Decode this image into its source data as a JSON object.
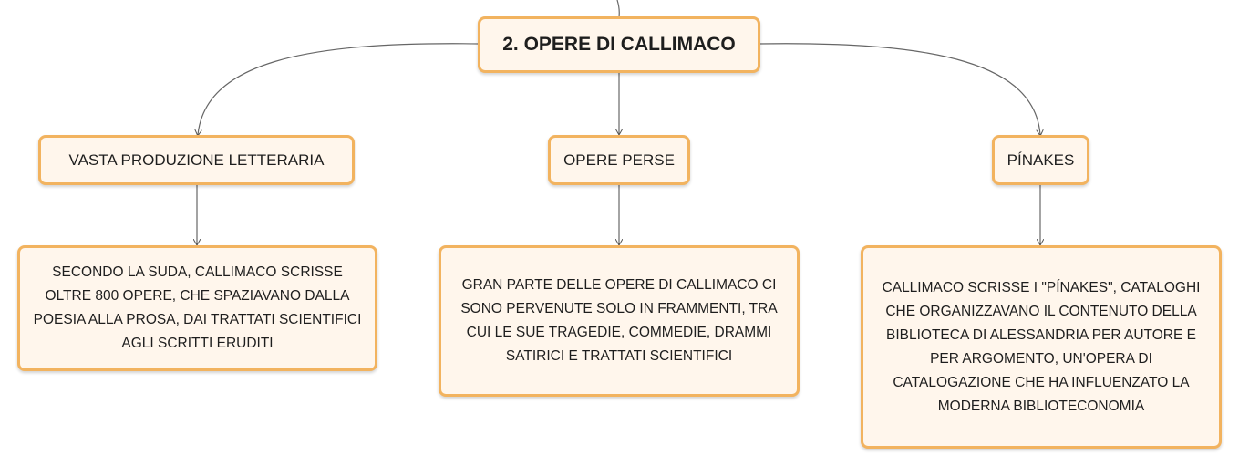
{
  "root": {
    "label": "2. OPERE DI CALLIMACO"
  },
  "branches": [
    {
      "label": "VASTA PRODUZIONE LETTERARIA",
      "detail": "SECONDO LA SUDA, CALLIMACO SCRISSE OLTRE 800 OPERE, CHE SPAZIAVANO DALLA POESIA ALLA PROSA, DAI TRATTATI SCIENTIFICI AGLI SCRITTI ERUDITI"
    },
    {
      "label": "OPERE PERSE",
      "detail": "GRAN PARTE DELLE OPERE DI CALLIMACO CI SONO PERVENUTE SOLO IN FRAMMENTI, TRA CUI LE SUE TRAGEDIE, COMMEDIE, DRAMMI SATIRICI E TRATTATI SCIENTIFICI"
    },
    {
      "label": "PÍNAKES",
      "detail": "CALLIMACO SCRISSE I \"PÍNAKES\", CATALOGHI CHE ORGANIZZAVANO IL CONTENUTO DELLA BIBLIOTECA DI ALESSANDRIA PER AUTORE E PER ARGOMENTO, UN'OPERA DI CATALOGAZIONE CHE HA INFLUENZATO LA MODERNA BIBLIOTECONOMIA"
    }
  ],
  "colors": {
    "node_border": "#f2b35f",
    "node_fill": "#fff6ec",
    "connector": "#666666"
  }
}
